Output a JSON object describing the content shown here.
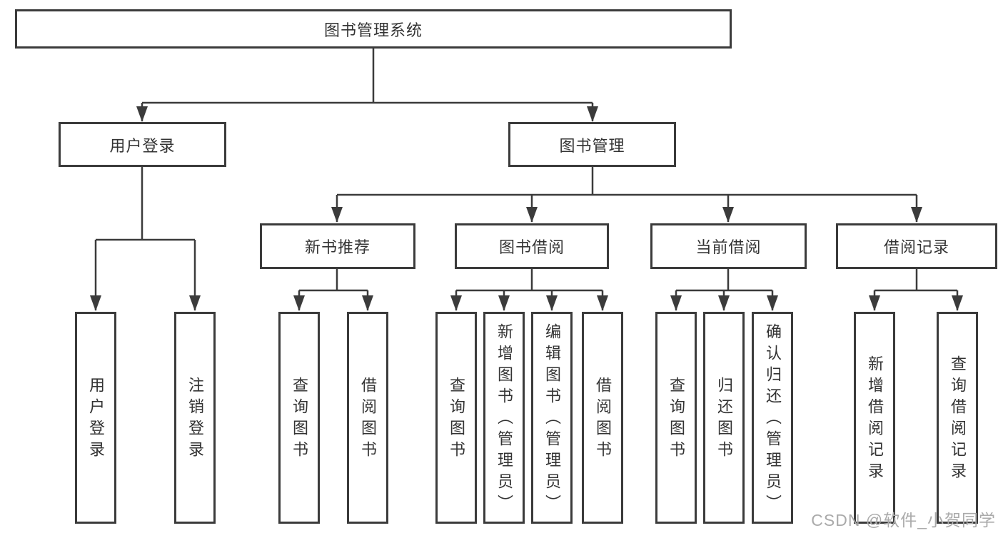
{
  "colors": {
    "line": "#3b3b3b",
    "box_border": "#3b3b3b",
    "text": "#333333",
    "watermark_text": "#aaaaaa",
    "background": "#ffffff"
  },
  "watermark": "CSDN @软件_小贺同学",
  "tree": {
    "root": {
      "label": "图书管理系统"
    },
    "branches": [
      {
        "label": "用户登录",
        "children": [
          {
            "label": "用户登录"
          },
          {
            "label": "注销登录"
          }
        ]
      },
      {
        "label": "图书管理",
        "children": [
          {
            "label": "新书推荐",
            "children": [
              {
                "label": "查询图书"
              },
              {
                "label": "借阅图书"
              }
            ]
          },
          {
            "label": "图书借阅",
            "children": [
              {
                "label": "查询图书"
              },
              {
                "label": "新增图书（管理员）"
              },
              {
                "label": "编辑图书（管理员）"
              },
              {
                "label": "借阅图书"
              }
            ]
          },
          {
            "label": "当前借阅",
            "children": [
              {
                "label": "查询图书"
              },
              {
                "label": "归还图书"
              },
              {
                "label": "确认归还（管理员）"
              }
            ]
          },
          {
            "label": "借阅记录",
            "children": [
              {
                "label": "新增借阅记录"
              },
              {
                "label": "查询借阅记录"
              }
            ]
          }
        ]
      }
    ]
  }
}
